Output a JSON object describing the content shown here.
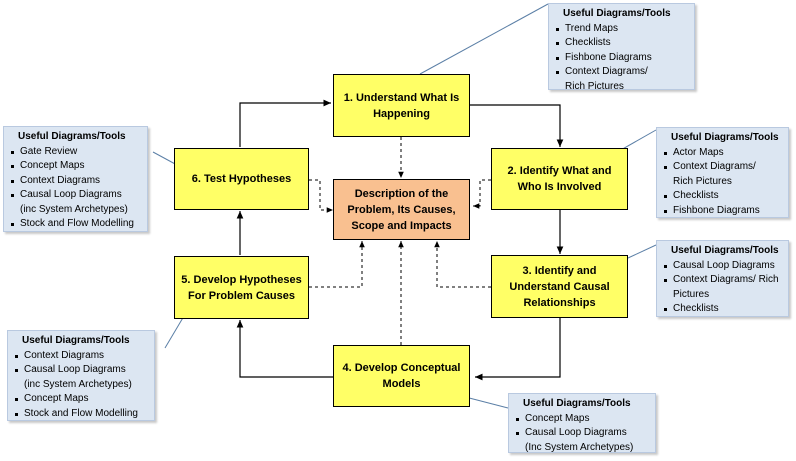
{
  "steps": [
    {
      "id": "step-1",
      "label": "1. Understand What Is Happening"
    },
    {
      "id": "step-2",
      "label": "2. Identify What and Who Is Involved"
    },
    {
      "id": "step-3",
      "label": "3. Identify and Understand Causal Relationships"
    },
    {
      "id": "step-4",
      "label": "4. Develop Conceptual Models"
    },
    {
      "id": "step-5",
      "label": "5. Develop Hypotheses For Problem Causes"
    },
    {
      "id": "step-6",
      "label": "6. Test Hypotheses"
    }
  ],
  "center": {
    "label": "Description of the Problem, Its Causes, Scope and Impacts"
  },
  "tool_boxes": [
    {
      "step": 1,
      "title": "Useful Diagrams/Tools",
      "items": [
        "Trend Maps",
        "Checklists",
        "Fishbone Diagrams",
        "Context Diagrams/",
        "Rich Pictures"
      ]
    },
    {
      "step": 2,
      "title": "Useful Diagrams/Tools",
      "items": [
        "Actor Maps",
        "Context Diagrams/",
        "Rich Pictures",
        "Checklists",
        "Fishbone Diagrams"
      ]
    },
    {
      "step": 3,
      "title": "Useful Diagrams/Tools",
      "items": [
        "Causal Loop Diagrams",
        "Context Diagrams/ Rich",
        "Pictures",
        "Checklists"
      ]
    },
    {
      "step": 4,
      "title": "Useful Diagrams/Tools",
      "items": [
        "Concept Maps",
        "Causal Loop Diagrams",
        "(Inc System Archetypes)"
      ]
    },
    {
      "step": 5,
      "title": "Useful Diagrams/Tools",
      "items": [
        "Context Diagrams",
        "Causal Loop Diagrams",
        "(inc System Archetypes)",
        "Concept Maps",
        "Stock and Flow Modelling"
      ]
    },
    {
      "step": 6,
      "title": "Useful Diagrams/Tools",
      "items": [
        "Gate Review",
        "Concept Maps",
        "Context Diagrams",
        "Causal Loop Diagrams",
        "(inc System Archetypes)",
        "Stock and Flow Modelling"
      ]
    }
  ],
  "colors": {
    "step_fill": "#ffff66",
    "center_fill": "#f9c090",
    "tools_fill": "#dce6f2",
    "connector": "#5b7fa6"
  }
}
